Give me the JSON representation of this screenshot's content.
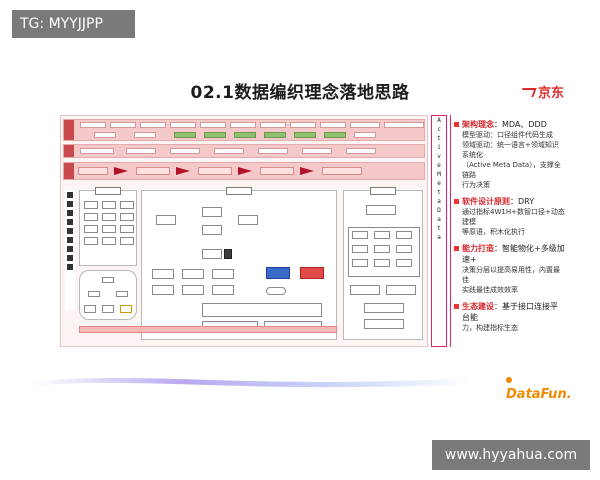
{
  "watermarks": {
    "top_left": "TG: MYYJJPP",
    "bottom_right": "www.hyyahua.com"
  },
  "slide": {
    "title": "02.1数据编织理念落地思路",
    "logo": "京东",
    "datafun_logo": "DataFun.",
    "vertical_strip": [
      "A",
      "c",
      "t",
      "i",
      "v",
      "e",
      " ",
      "M",
      "e",
      "t",
      "a",
      " ",
      "D",
      "a",
      "t",
      "a"
    ],
    "right_panel": [
      {
        "key": "架构理念",
        "value": "：MDA、DDD",
        "body": [
          "模型驱动：口径组件代码生成",
          "领域驱动：统一语言+领域知识系统化",
          "（Active Meta Data），支撑全链路",
          "行为决策"
        ]
      },
      {
        "key": "软件设计原则",
        "value": "：DRY",
        "body": [
          "通过指标4W1H+数智口径+动态建模",
          "等原语，积木化执行"
        ]
      },
      {
        "key": "能力打造",
        "value": "：智能物化+多级加速+",
        "body": [
          "决策分层以提高易用性，内置最佳",
          "实践最佳成效效率"
        ]
      },
      {
        "key": "生态建设",
        "value": "：基于接口连接平台能",
        "body": [
          "力，构建指标生态"
        ]
      }
    ]
  },
  "colors": {
    "accent_red": "#d7262c",
    "band_pink": "#f5c9c9",
    "arrow_red": "#b0122a",
    "logo_orange": "#f28a00"
  }
}
